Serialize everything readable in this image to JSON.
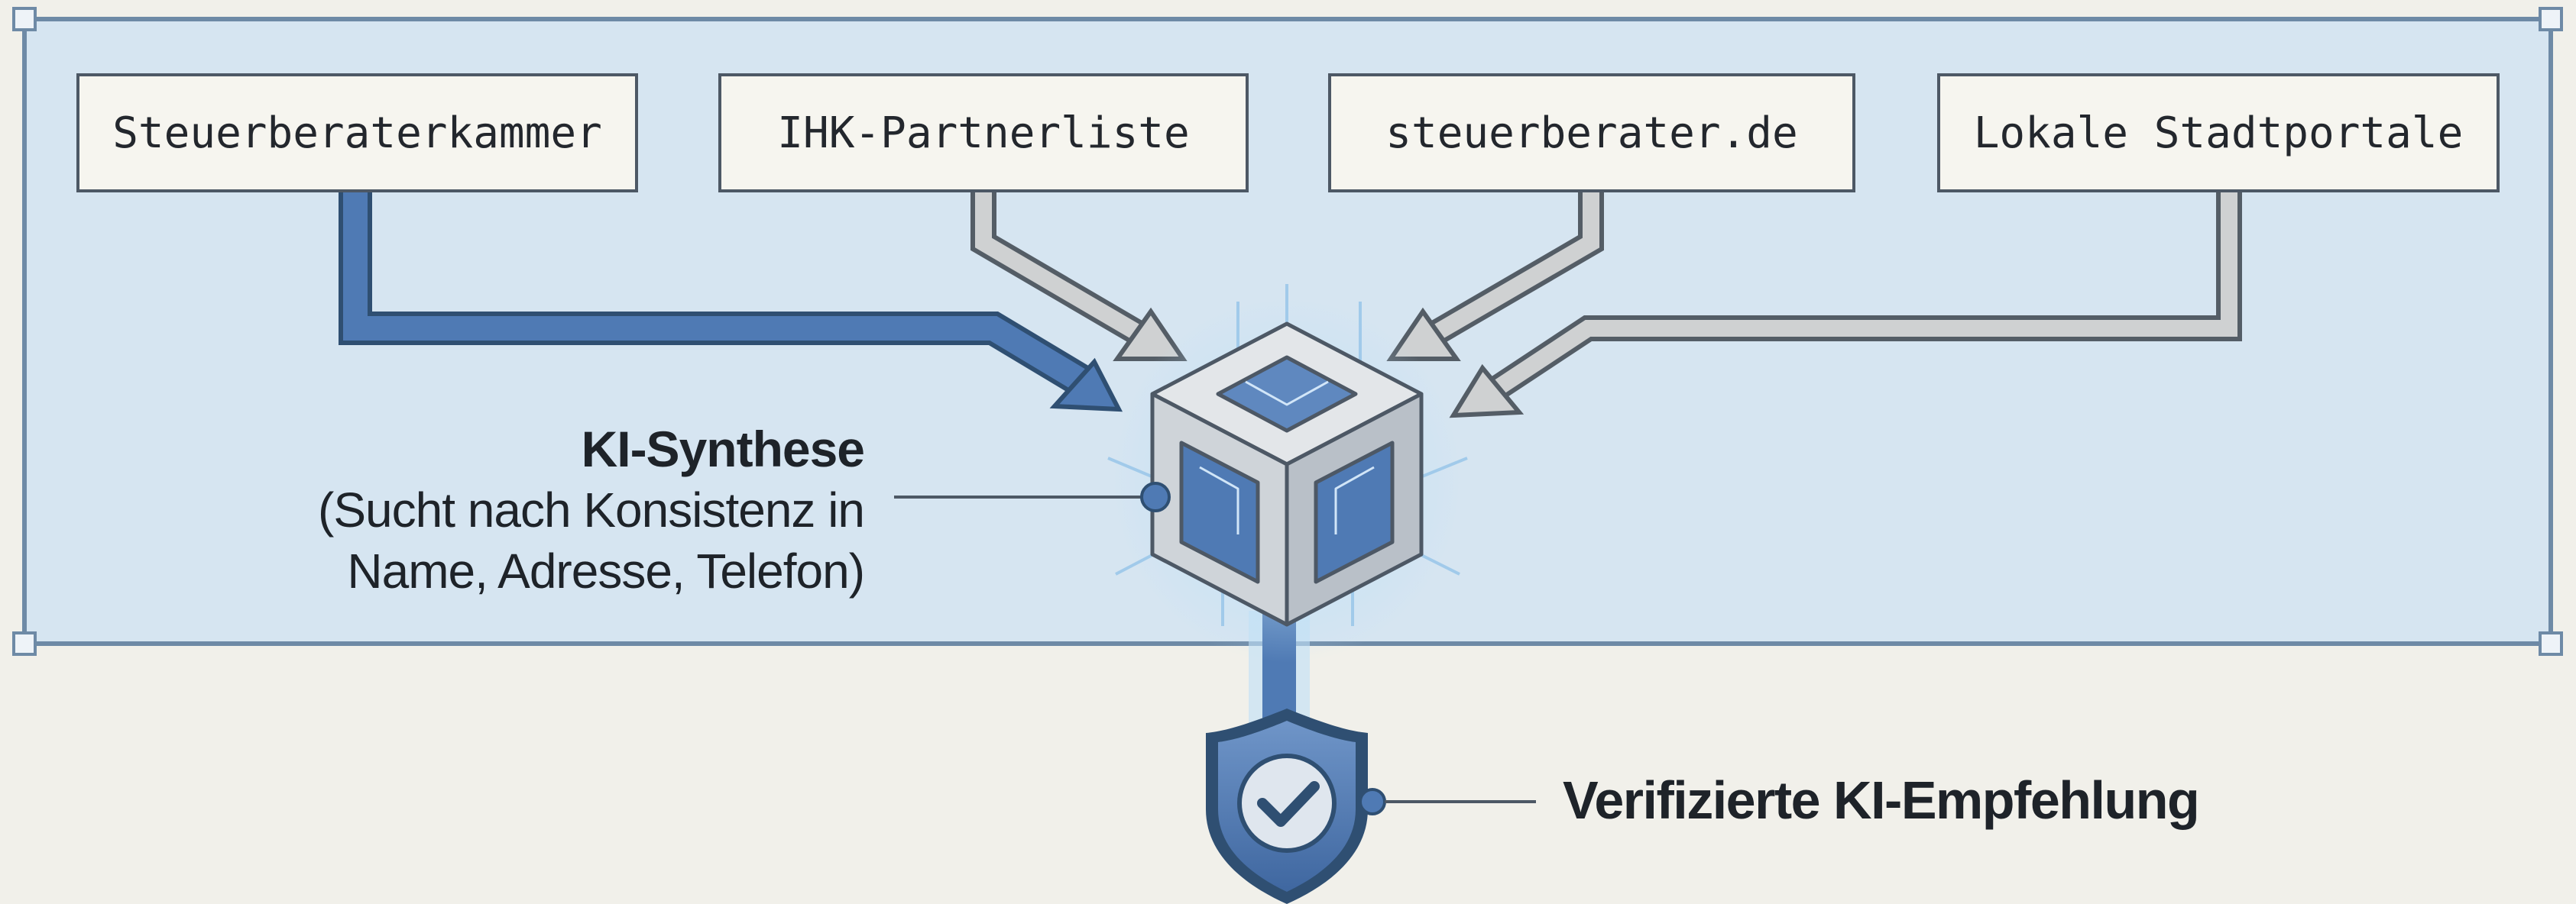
{
  "sources": [
    {
      "label": "Steuerberaterkammer"
    },
    {
      "label": "IHK-Partnerliste"
    },
    {
      "label": "steuerberater.de"
    },
    {
      "label": "Lokale Stadtportale"
    }
  ],
  "synthesis": {
    "title": "KI-Synthese",
    "description_line1": "(Sucht nach Konsistenz in",
    "description_line2": "Name, Adresse, Telefon)"
  },
  "result": {
    "label": "Verifizierte KI-Empfehlung",
    "icon": "shield-check-icon"
  },
  "colors": {
    "panel_fill": "#d6e5f1",
    "panel_border": "#6e8aa6",
    "accent_blue": "#4f7ab4",
    "gray_arrow": "#c9cbcc",
    "background": "#f1f0ea"
  }
}
